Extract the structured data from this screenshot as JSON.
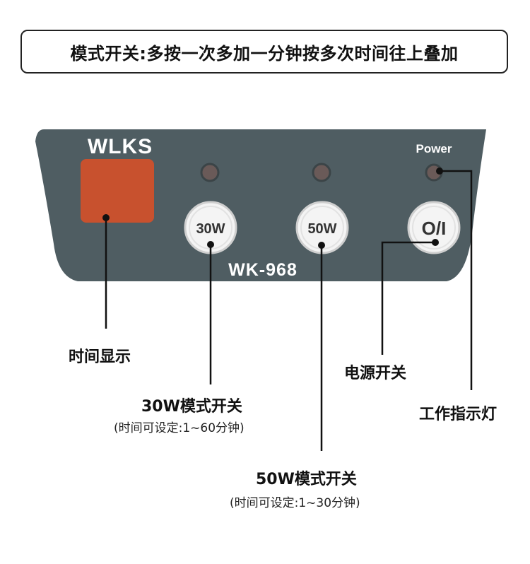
{
  "banner": {
    "text": "模式开关:多按一次多加一分钟按多次时间往上叠加"
  },
  "panel": {
    "brand": "WLKS",
    "model": "WK-968",
    "power_label": "Power",
    "buttons": {
      "w30": "30W",
      "w50": "50W",
      "power": "O/I"
    }
  },
  "callouts": {
    "time_display": "时间显示",
    "w30_title": "30W模式开关",
    "w30_sub": "(时间可设定:1~60分钟)",
    "w50_title": "50W模式开关",
    "w50_sub": "(时间可设定:1~30分钟)",
    "power_switch": "电源开关",
    "indicator": "工作指示灯"
  },
  "colors": {
    "panel": "#4f5d62",
    "display": "#c8512e",
    "led": "#6a5a58"
  }
}
